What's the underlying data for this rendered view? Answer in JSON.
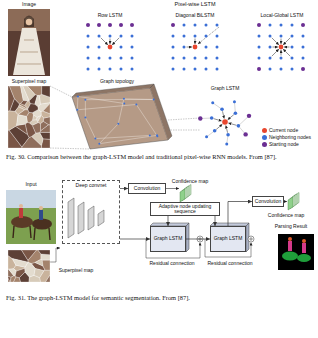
{
  "diagram": {
    "nodes": [
      {
        "text": [
          "Deep convnet"
        ]
      },
      {
        "text": [
          "Convolution"
        ]
      },
      {
        "text": [
          "Adaptive node updating sequence"
        ]
      },
      {
        "text": [
          "Graph LSTM"
        ]
      },
      {
        "text": [
          "Graph LSTM"
        ]
      },
      {
        "text": [
          "Convolution"
        ]
      }
    ],
    "edges": [
      {
        "from": 0,
        "to": 1,
        "arrow": "to"
      },
      {
        "from": 0,
        "to": 3,
        "arrow": "to"
      },
      {
        "from": 2,
        "to": 3,
        "arrow": "to"
      },
      {
        "from": 2,
        "to": 4,
        "arrow": "to"
      },
      {
        "from": 3,
        "to": 4,
        "arrow": "to"
      },
      {
        "from": 4,
        "to": 5,
        "arrow": "to"
      }
    ],
    "labels": [
      "Image",
      "Pixel-wise LSTM",
      "Row LSTM",
      "Diagonal BiLSTM",
      "Local-Global LSTM",
      "Superpixel map",
      "Graph topology",
      "Graph LSTM",
      "Fig. 30. Comparison between the graph-LSTM model and traditional pixel-wise RNN models. From [87].",
      "Input",
      "Confidence map",
      "Superpixel map",
      "Residual connection",
      "Residual connection",
      "Confidence map",
      "Parsing Result",
      "Fig. 31. The graph-LSTM model for semantic segmentation. From [87]."
    ],
    "legend": [
      {
        "text": "Current node",
        "color": "#e8462e"
      },
      {
        "text": "Neighboring nodes",
        "color": "#3b6fd6"
      },
      {
        "text": "Starting node",
        "color": "#6b2f93"
      }
    ]
  }
}
